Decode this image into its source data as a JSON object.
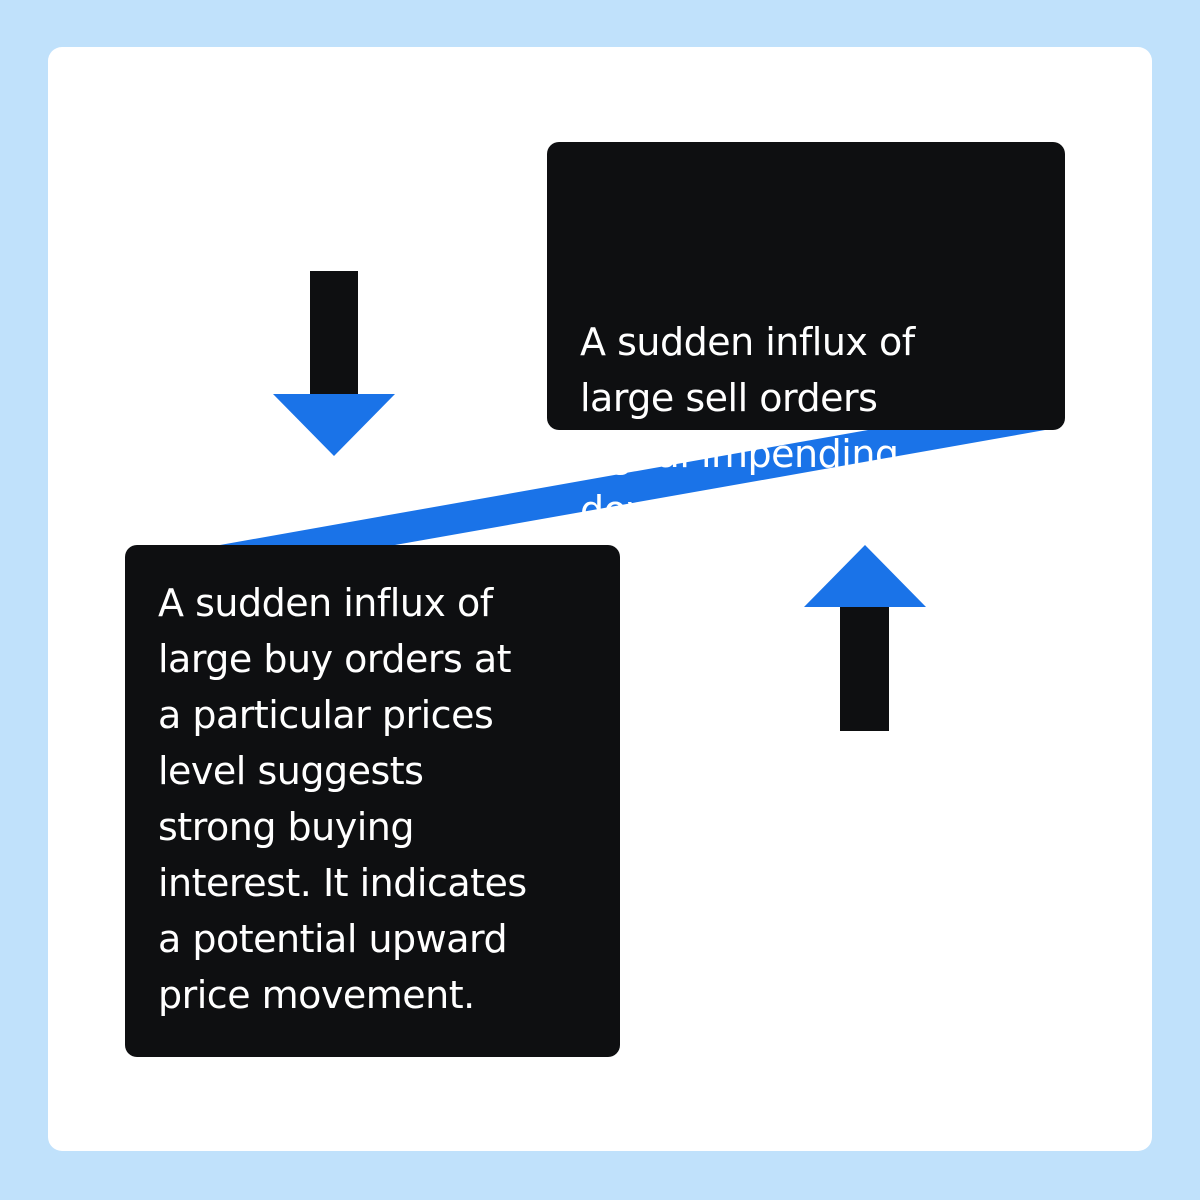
{
  "colors": {
    "background": "#c0e1fb",
    "card": "#ffffff",
    "box": "#0e0f11",
    "accent_blue": "#1a73e8",
    "text": "#ffffff"
  },
  "sell_box": {
    "lines": [
      "A sudden influx of",
      "large sell orders",
      "signal impending",
      "downward pressure."
    ]
  },
  "buy_box": {
    "lines": [
      "A sudden influx of",
      "large buy orders at",
      "a particular prices",
      "level suggests",
      "strong buying",
      "interest. It indicates",
      "a potential upward",
      "price movement."
    ]
  },
  "arrows": {
    "down": "arrow-down-icon",
    "up": "arrow-up-icon"
  }
}
